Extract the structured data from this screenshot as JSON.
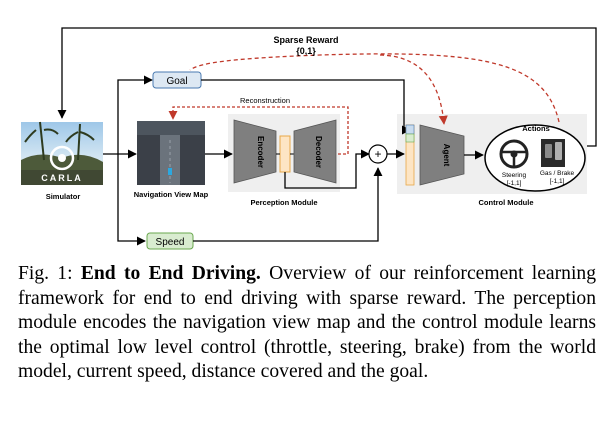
{
  "diagram": {
    "sparse_reward": {
      "title": "Sparse Reward",
      "values": "{0,1}"
    },
    "goal": "Goal",
    "speed": "Speed",
    "reconstruction": "Reconstruction",
    "simulator": {
      "label": "Simulator",
      "logo_text": "CARLA"
    },
    "navigation_view_map": "Navigation View Map",
    "perception_module": {
      "label": "Perception Module",
      "encoder": "Encoder",
      "decoder": "Decoder"
    },
    "control_module": {
      "label": "Control Module",
      "agent": "Agent",
      "actions": "Actions",
      "steering": {
        "label": "Steering",
        "range": "[-1,1]"
      },
      "gas_brake": {
        "label": "Gas / Brake",
        "range": "[-1,1]"
      }
    },
    "plus_symbol": "+"
  },
  "caption": {
    "prefix": "Fig. 1:",
    "title": "End to End Driving.",
    "body": "Overview of our reinforcement learning framework for end to end driving with sparse reward. The perception module encodes the navigation view map and the control module learns the optimal low level control (throttle, steering, brake) from the world model, current speed, distance covered and the goal."
  },
  "colors": {
    "goal_box": "#dde8f3",
    "goal_border": "#4a7ab0",
    "speed_box": "#d9ecd0",
    "speed_border": "#6aa84f",
    "reward_arrow": "#c0392b",
    "module_bg": "#efefef",
    "trapezoid": "#7f7f7f",
    "latent": "#fde5c4"
  }
}
